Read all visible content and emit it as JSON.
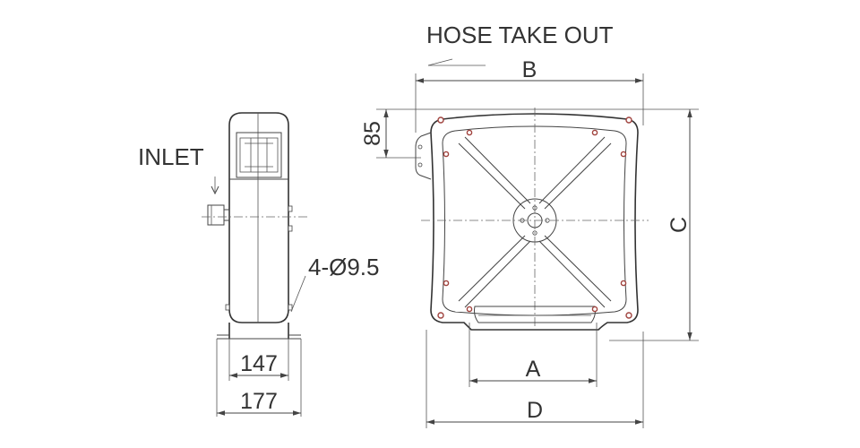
{
  "labels": {
    "hose_take_out": "HOSE TAKE OUT",
    "inlet": "INLET",
    "holes": "4-Ø9.5",
    "dim_b": "B",
    "dim_c": "C",
    "dim_a": "A",
    "dim_d": "D",
    "dim_85": "85",
    "dim_147": "147",
    "dim_177": "177"
  }
}
